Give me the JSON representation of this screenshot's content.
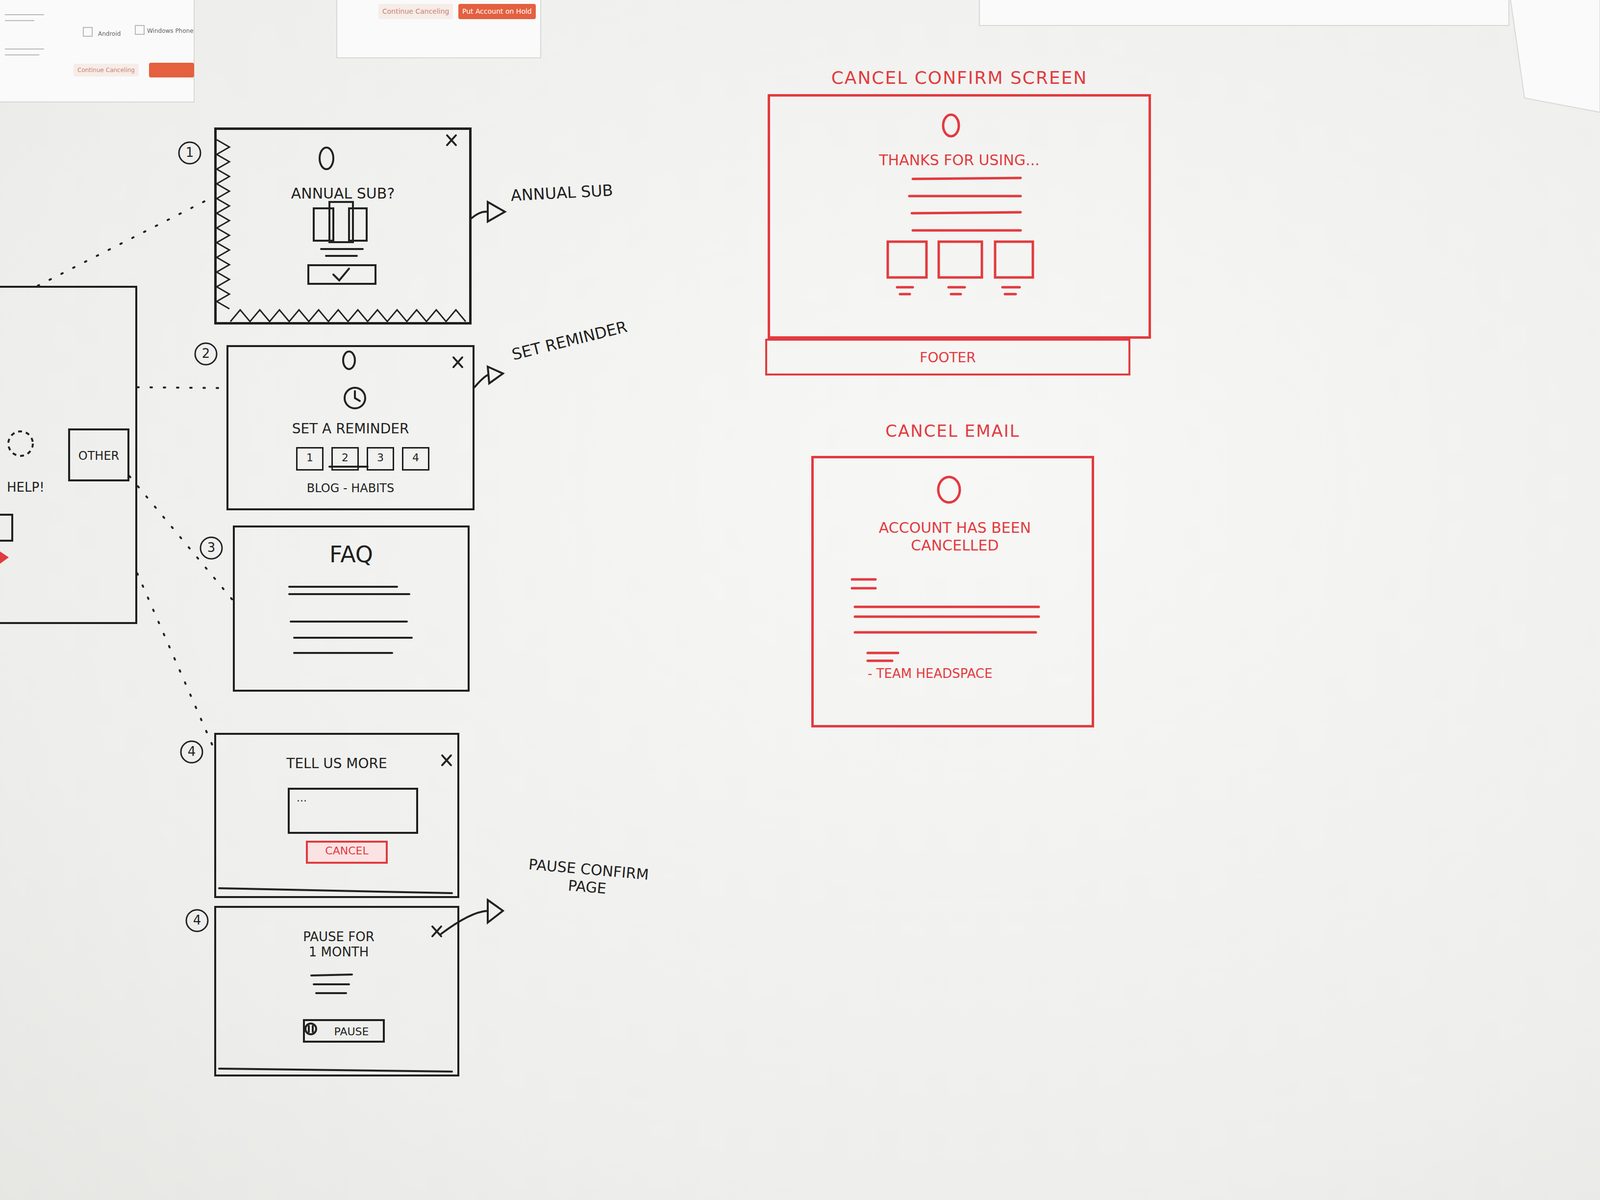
{
  "diagram": {
    "nodes": [
      {
        "text": [
          "HELP!"
        ]
      },
      {
        "text": [
          "OTHER"
        ],
        "in": 0
      },
      {
        "text": [
          "ANNUAL SUB?"
        ]
      },
      {
        "text": [
          "SET A REMINDER",
          "BLOG - HABITS"
        ]
      },
      {
        "text": [
          "1"
        ],
        "in": 3
      },
      {
        "text": [
          "2"
        ],
        "in": 3
      },
      {
        "text": [
          "3"
        ],
        "in": 3
      },
      {
        "text": [
          "4"
        ],
        "in": 3
      },
      {
        "text": [
          "FAQ"
        ]
      },
      {
        "text": [
          "TELL US MORE"
        ]
      },
      {
        "text": [
          "..."
        ],
        "in": 9
      },
      {
        "text": [
          "CANCEL"
        ],
        "in": 9
      },
      {
        "text": [
          "PAUSE FOR 1 MONTH"
        ]
      },
      {
        "text": [
          "PAUSE"
        ],
        "in": 12
      },
      {
        "text": [
          "CANCEL CONFIRM SCREEN",
          "THANKS FOR USING..."
        ]
      },
      {
        "text": [
          "FOOTER"
        ]
      },
      {
        "text": [
          "CANCEL EMAIL",
          "ACCOUNT HAS BEEN CANCELLED",
          "- TEAM HEADSPACE"
        ]
      }
    ],
    "edges": [
      {
        "from": 0,
        "to": 2,
        "arrow": "none"
      },
      {
        "from": 0,
        "to": 3,
        "arrow": "none"
      },
      {
        "from": 1,
        "to": 8,
        "arrow": "none"
      },
      {
        "from": 0,
        "to": 9,
        "arrow": "none"
      }
    ],
    "labels": [
      "Android",
      "Windows Phone",
      "Continue Canceling",
      "Continue Canceling",
      "Put Account on Hold",
      "1",
      "2",
      "3",
      "4",
      "4",
      "ANNUAL SUB",
      "SET REMINDER",
      "PAUSE CONFIRM PAGE"
    ]
  }
}
